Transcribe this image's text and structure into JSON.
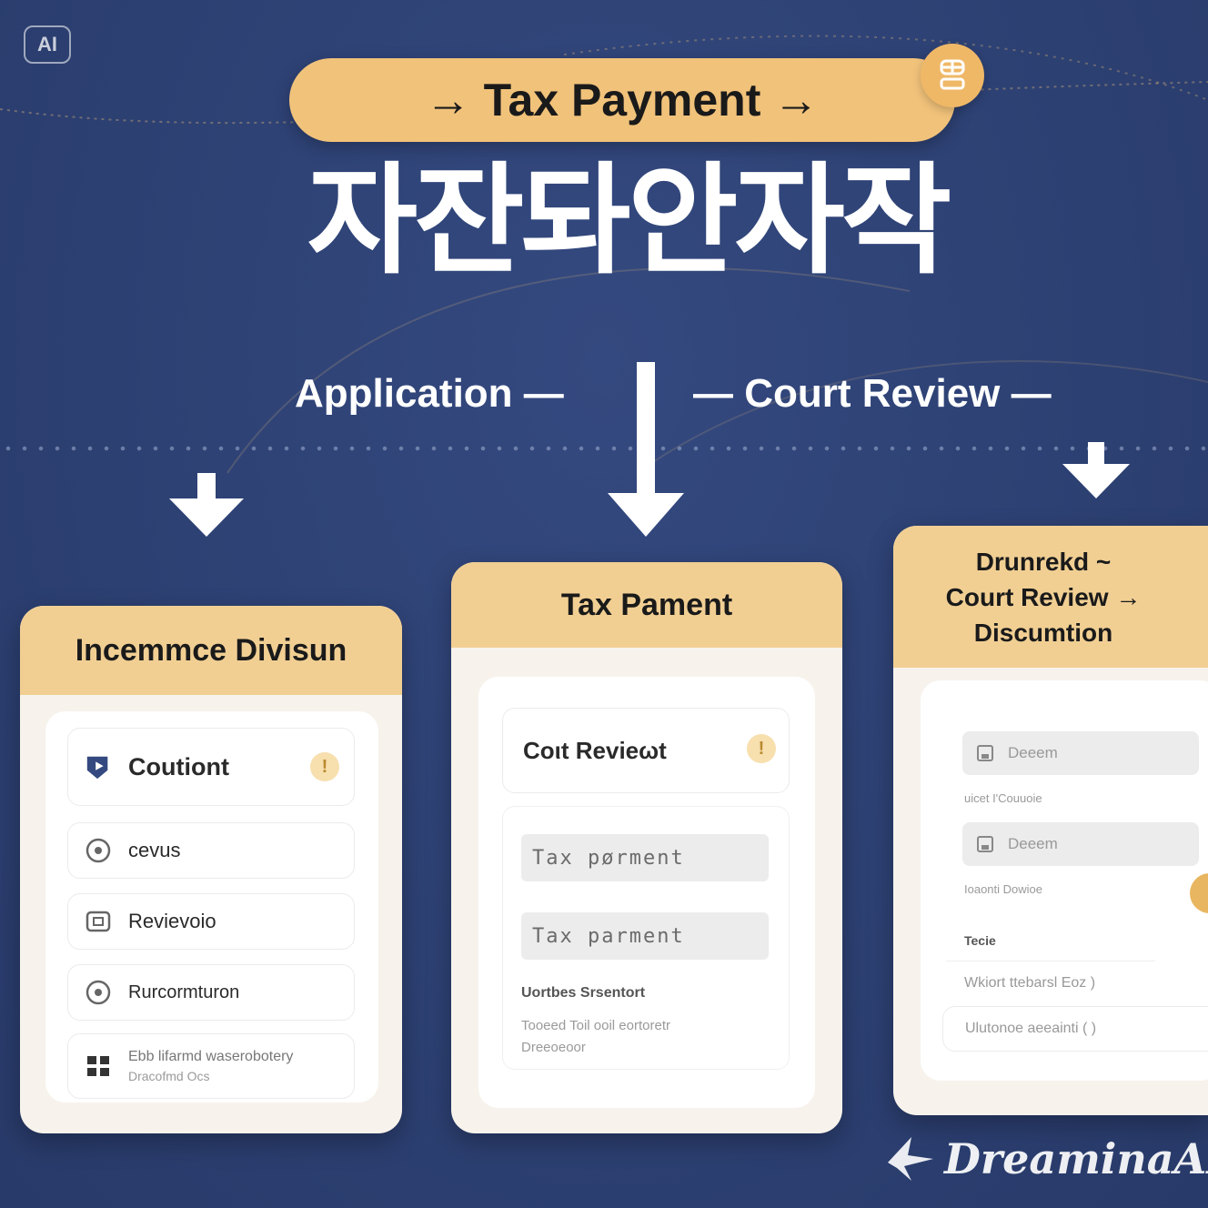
{
  "badge": {
    "label": "AI"
  },
  "banner": {
    "title": "→ Tax Payment →"
  },
  "korean_title": "자잔돠안자작",
  "flow": {
    "left_label": "Application —",
    "right_label": "— Court Review —"
  },
  "cards": [
    {
      "header": "Incemmce Divisun",
      "rows": [
        {
          "label": "Coutiont",
          "icon": "shield-play-icon",
          "warning": "!"
        },
        {
          "label": "cevus",
          "icon": "target-icon"
        },
        {
          "label": "Revievoio",
          "icon": "scan-frame-icon"
        },
        {
          "label": "Rurcormturon",
          "icon": "target-icon"
        },
        {
          "label": "Ebb lifarmd waserobotery",
          "sublabel": "Dracofmd Ocs",
          "icon": "grid-icon"
        }
      ]
    },
    {
      "header": "Tax Pament",
      "top_row": {
        "label": "Coιt Revieωt",
        "warning": "!"
      },
      "fields": [
        "Tax pørment",
        "Tax parment"
      ],
      "section_label": "Uortbes Srsentort",
      "faint_lines": [
        "Tooeed Toil ooil eortoretr",
        "Dreeoeoor"
      ]
    },
    {
      "header_lines": [
        "Drunrekd ~",
        "Court Review →",
        "Discumtion"
      ],
      "items": [
        {
          "label": "Deeem",
          "caption": "uicet I'Couuoie"
        },
        {
          "label": "Deeem",
          "caption": "Ioaonti Dowioe"
        }
      ],
      "section_label": "Tecie",
      "list_rows": [
        "Wkiort ttebarsl Eoz )",
        "Ulutonoe aeeainti ( )"
      ]
    }
  ],
  "watermark": "DreaminaAI",
  "colors": {
    "background": "#2e4275",
    "accent_gold": "#f1c27a",
    "card_header": "#f1cf93",
    "card_bg": "#f7f3ec"
  }
}
